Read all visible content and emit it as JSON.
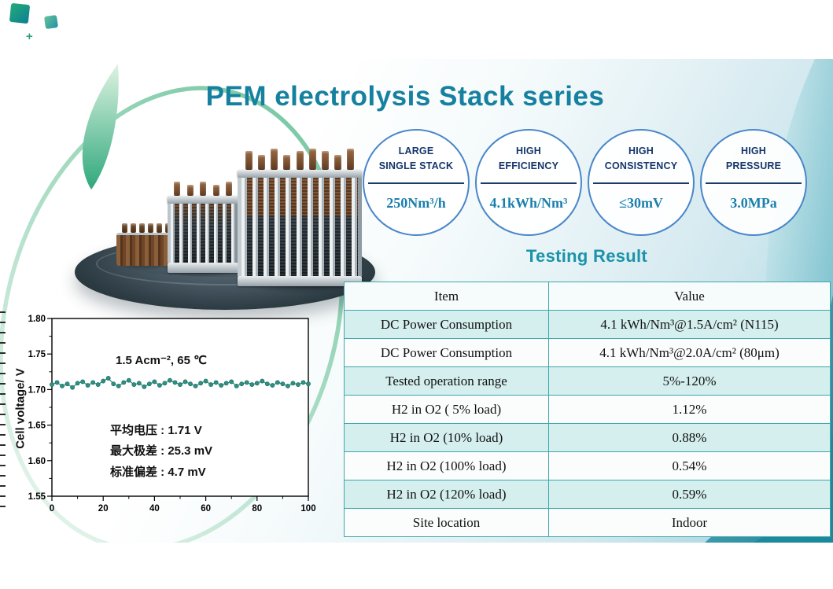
{
  "page": {
    "title": "PEM electrolysis Stack series"
  },
  "colors": {
    "accent_teal": "#15809f",
    "heading_teal": "#1b93a8",
    "circle_border_blue": "#4a86c8",
    "circle_label_navy": "#15356b",
    "circle_value_teal": "#1a7fae",
    "table_line_teal": "#3fa6aa",
    "table_row_cyan": "#d4efee",
    "series_teal": "#2e9181"
  },
  "icons": {
    "corner_squares": "teal-gradient-squares",
    "sparkle": "four-point-star"
  },
  "features": [
    {
      "label": "LARGE\nSINGLE STACK",
      "value": "250Nm³/h"
    },
    {
      "label": "HIGH\nEFFICIENCY",
      "value": "4.1kWh/Nm³"
    },
    {
      "label": "HIGH\nCONSISTENCY",
      "value": "≤30mV"
    },
    {
      "label": "HIGH\nPRESSURE",
      "value": "3.0MPa"
    }
  ],
  "chart_data": {
    "type": "line",
    "title": "",
    "xlabel": "",
    "ylabel": "Cell  voltage/ V",
    "xlim": [
      0,
      100
    ],
    "ylim": [
      1.55,
      1.8
    ],
    "xticks": [
      0,
      20,
      40,
      60,
      80,
      100
    ],
    "xtick_labels": [
      "0",
      "20",
      "40",
      "60",
      "80",
      "100"
    ],
    "yticks": [
      1.55,
      1.6,
      1.65,
      1.7,
      1.75,
      1.8
    ],
    "ytick_labels": [
      "1.55",
      "1.60",
      "1.65",
      "1.70",
      "1.75",
      "1.80"
    ],
    "grid": false,
    "condition_annotation": "1.5 Acm⁻², 65 ℃",
    "stats": [
      "平均电压 : 1.71 V",
      "最大极差 : 25.3 mV",
      "标准偏差 : 4.7 mV"
    ],
    "series": [
      {
        "name": "cell voltage",
        "color": "#2e9181",
        "x": [
          0,
          2,
          4,
          6,
          8,
          10,
          12,
          14,
          16,
          18,
          20,
          22,
          24,
          26,
          28,
          30,
          32,
          34,
          36,
          38,
          40,
          42,
          44,
          46,
          48,
          50,
          52,
          54,
          56,
          58,
          60,
          62,
          64,
          66,
          68,
          70,
          72,
          74,
          76,
          78,
          80,
          82,
          84,
          86,
          88,
          90,
          92,
          94,
          96,
          98,
          100
        ],
        "values": [
          1.707,
          1.71,
          1.705,
          1.708,
          1.703,
          1.709,
          1.711,
          1.706,
          1.71,
          1.707,
          1.712,
          1.716,
          1.708,
          1.705,
          1.71,
          1.713,
          1.707,
          1.709,
          1.704,
          1.708,
          1.711,
          1.706,
          1.709,
          1.713,
          1.71,
          1.707,
          1.711,
          1.708,
          1.705,
          1.709,
          1.712,
          1.707,
          1.71,
          1.706,
          1.709,
          1.711,
          1.705,
          1.708,
          1.71,
          1.707,
          1.709,
          1.712,
          1.708,
          1.706,
          1.71,
          1.708,
          1.705,
          1.709,
          1.707,
          1.71,
          1.708
        ]
      }
    ]
  },
  "testing": {
    "heading": "Testing Result",
    "columns": [
      "Item",
      "Value"
    ],
    "rows": [
      {
        "item": "DC Power Consumption",
        "value": "4.1 kWh/Nm³@1.5A/cm² (N115)"
      },
      {
        "item": "DC Power Consumption",
        "value": "4.1 kWh/Nm³@2.0A/cm² (80μm)"
      },
      {
        "item": "Tested operation range",
        "value": "5%-120%"
      },
      {
        "item": "H2 in O2 ( 5% load)",
        "value": "1.12%"
      },
      {
        "item": "H2 in O2 (10% load)",
        "value": "0.88%"
      },
      {
        "item": "H2 in O2 (100% load)",
        "value": "0.54%"
      },
      {
        "item": "H2 in O2 (120% load)",
        "value": "0.59%"
      },
      {
        "item": "Site location",
        "value": "Indoor"
      }
    ]
  }
}
